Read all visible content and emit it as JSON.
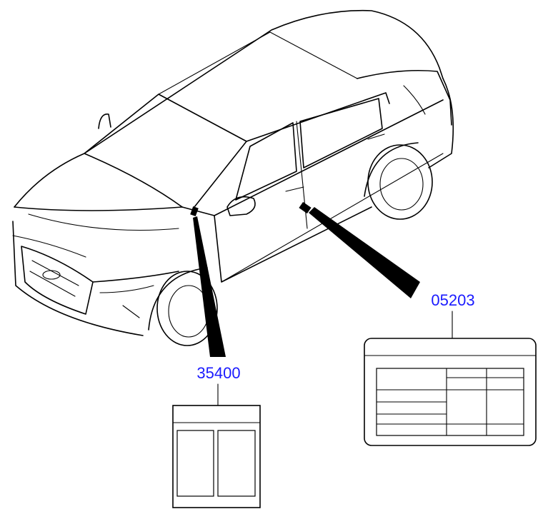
{
  "diagram": {
    "parts": [
      {
        "id": "part-35400",
        "number": "35400"
      },
      {
        "id": "part-05203",
        "number": "05203"
      }
    ],
    "colors": {
      "part_number_link": "#1a1aff",
      "line_art": "#000000",
      "background": "#ffffff"
    }
  }
}
